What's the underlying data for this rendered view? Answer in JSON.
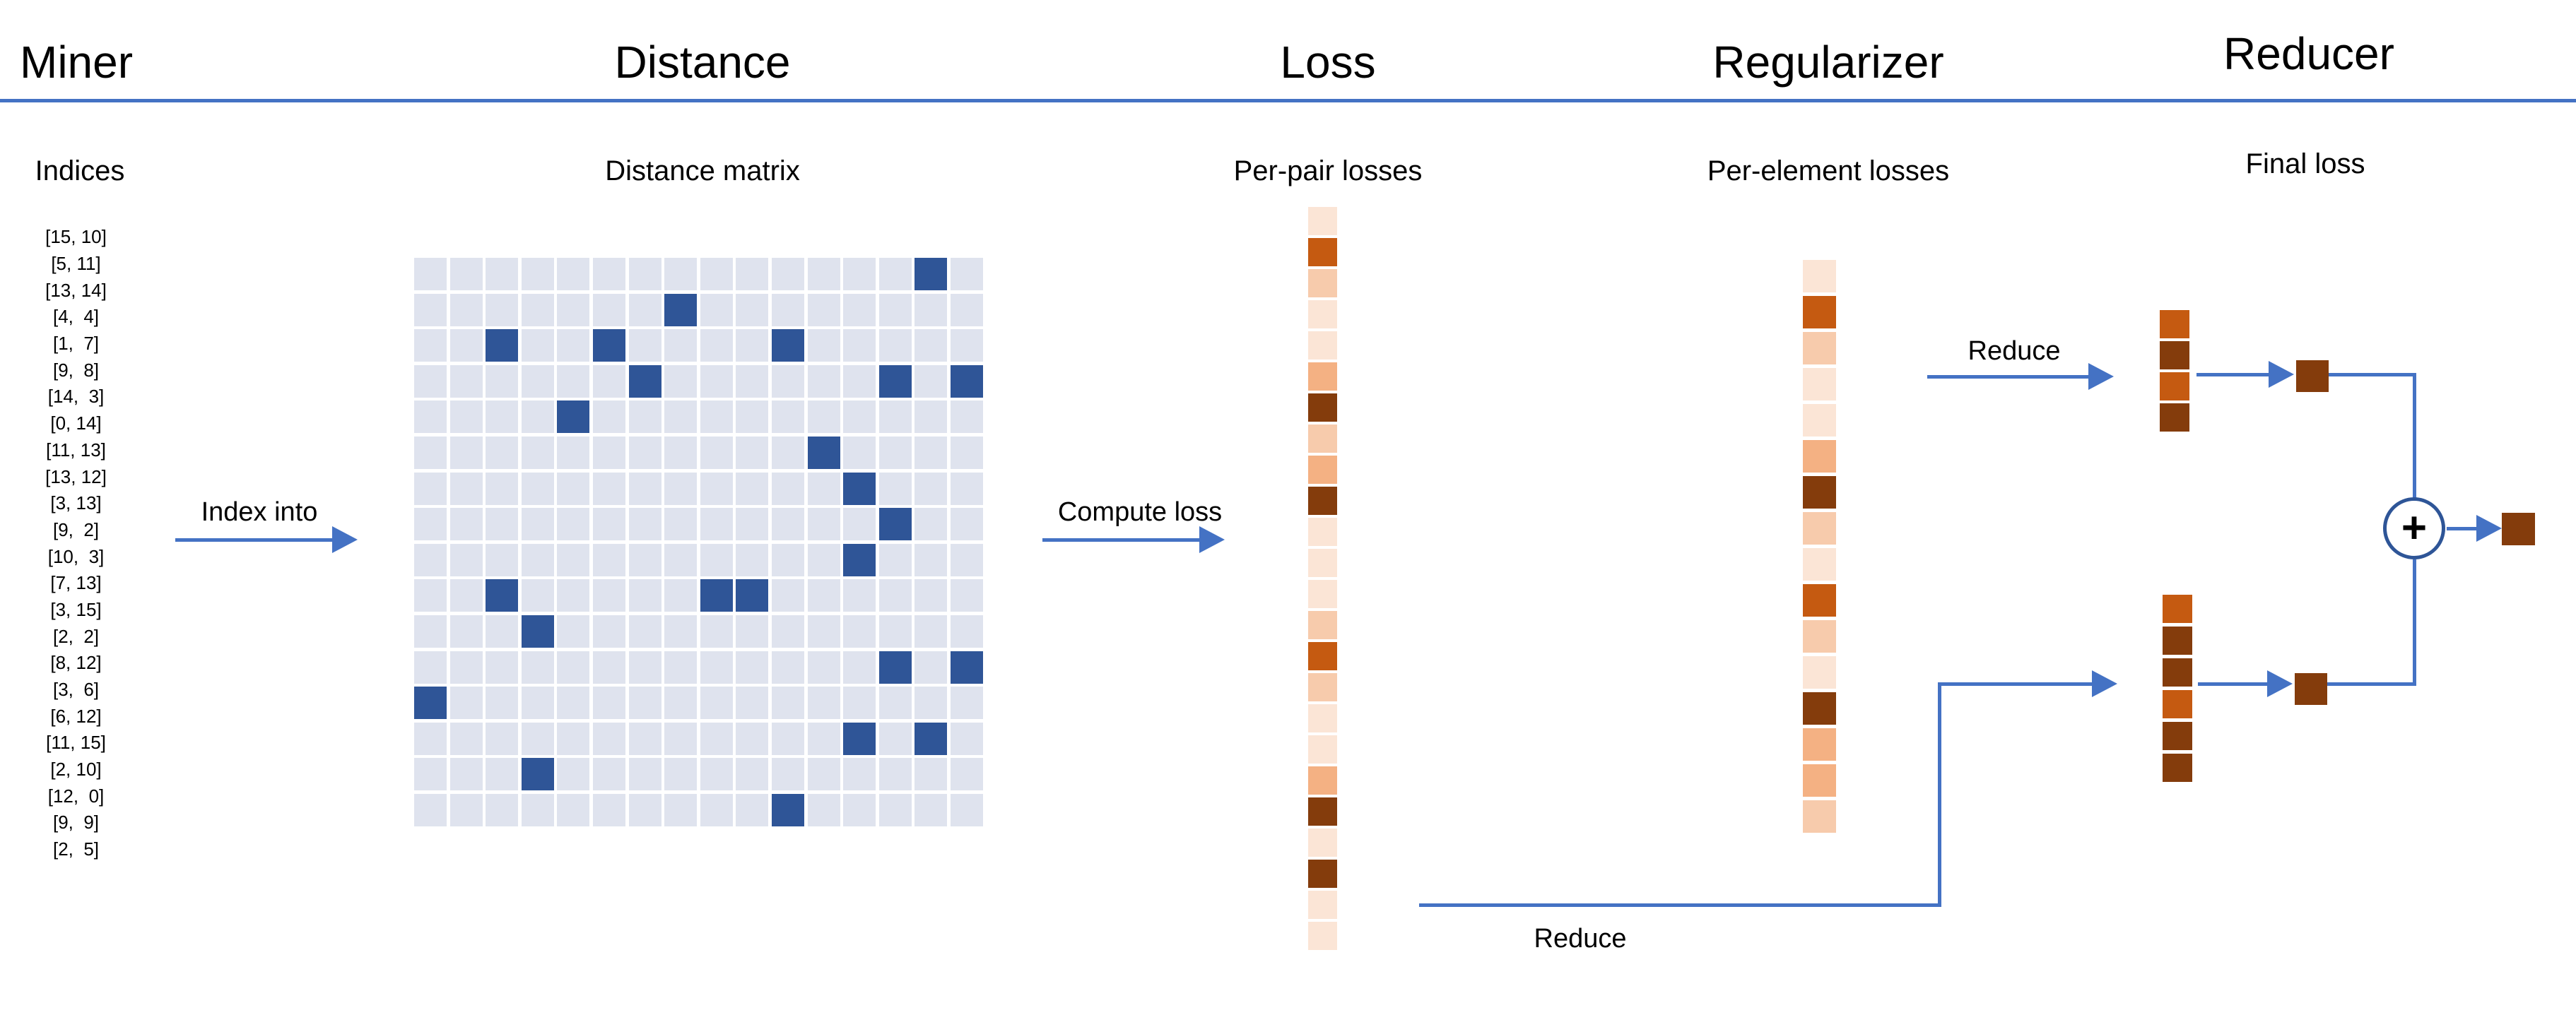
{
  "palette": {
    "1": "#FBE5D6",
    "2": "#F7CBAC",
    "3": "#F4B183",
    "4": "#C55A11",
    "5": "#843C0C",
    "matrix_light": "#DFE3EE",
    "matrix_dark": "#2F5597",
    "blue": "#4472C4",
    "circle_border": "#2E5597"
  },
  "columns": [
    {
      "title": "Miner",
      "subtitle": "Indices"
    },
    {
      "title": "Distance",
      "subtitle": "Distance matrix"
    },
    {
      "title": "Loss",
      "subtitle": "Per-pair losses"
    },
    {
      "title": "Regularizer",
      "subtitle": "Per-element losses"
    },
    {
      "title": "Reducer",
      "subtitle": "Final loss"
    }
  ],
  "labels": {
    "index_into": "Index into",
    "compute_loss": "Compute loss",
    "reduce_top": "Reduce",
    "reduce_bottom": "Reduce",
    "plus": "+"
  },
  "miner": {
    "indices_text": [
      "[15, 10]",
      "[5, 11]",
      "[13, 14]",
      "[4,  4]",
      "[1,  7]",
      "[9,  8]",
      "[14,  3]",
      "[0, 14]",
      "[11, 13]",
      "[13, 12]",
      "[3, 13]",
      "[9,  2]",
      "[10,  3]",
      "[7, 13]",
      "[3, 15]",
      "[2,  2]",
      "[8, 12]",
      "[3,  6]",
      "[6, 12]",
      "[11, 15]",
      "[2, 10]",
      "[12,  0]",
      "[9,  9]",
      "[2,  5]"
    ],
    "pairs": [
      [
        15,
        10
      ],
      [
        5,
        11
      ],
      [
        13,
        14
      ],
      [
        4,
        4
      ],
      [
        1,
        7
      ],
      [
        9,
        8
      ],
      [
        14,
        3
      ],
      [
        0,
        14
      ],
      [
        11,
        13
      ],
      [
        13,
        12
      ],
      [
        3,
        13
      ],
      [
        9,
        2
      ],
      [
        10,
        3
      ],
      [
        7,
        13
      ],
      [
        3,
        15
      ],
      [
        2,
        2
      ],
      [
        8,
        12
      ],
      [
        3,
        6
      ],
      [
        6,
        12
      ],
      [
        11,
        15
      ],
      [
        2,
        10
      ],
      [
        12,
        0
      ],
      [
        9,
        9
      ],
      [
        2,
        5
      ]
    ]
  },
  "matrix": {
    "rows": 16,
    "cols": 16
  },
  "loss_strip": [
    1,
    4,
    2,
    1,
    1,
    3,
    5,
    2,
    3,
    5,
    1,
    1,
    1,
    2,
    4,
    2,
    1,
    1,
    3,
    5,
    1,
    5,
    1,
    1
  ],
  "regularizer_strip": [
    1,
    4,
    2,
    1,
    1,
    3,
    5,
    2,
    1,
    4,
    2,
    1,
    5,
    3,
    3,
    2
  ],
  "reducer": {
    "top_strip": [
      4,
      5,
      4,
      5
    ],
    "bottom_strip": [
      4,
      5,
      5,
      4,
      5,
      5
    ],
    "top_single": 5,
    "bottom_single": 5,
    "final_single": 5
  }
}
